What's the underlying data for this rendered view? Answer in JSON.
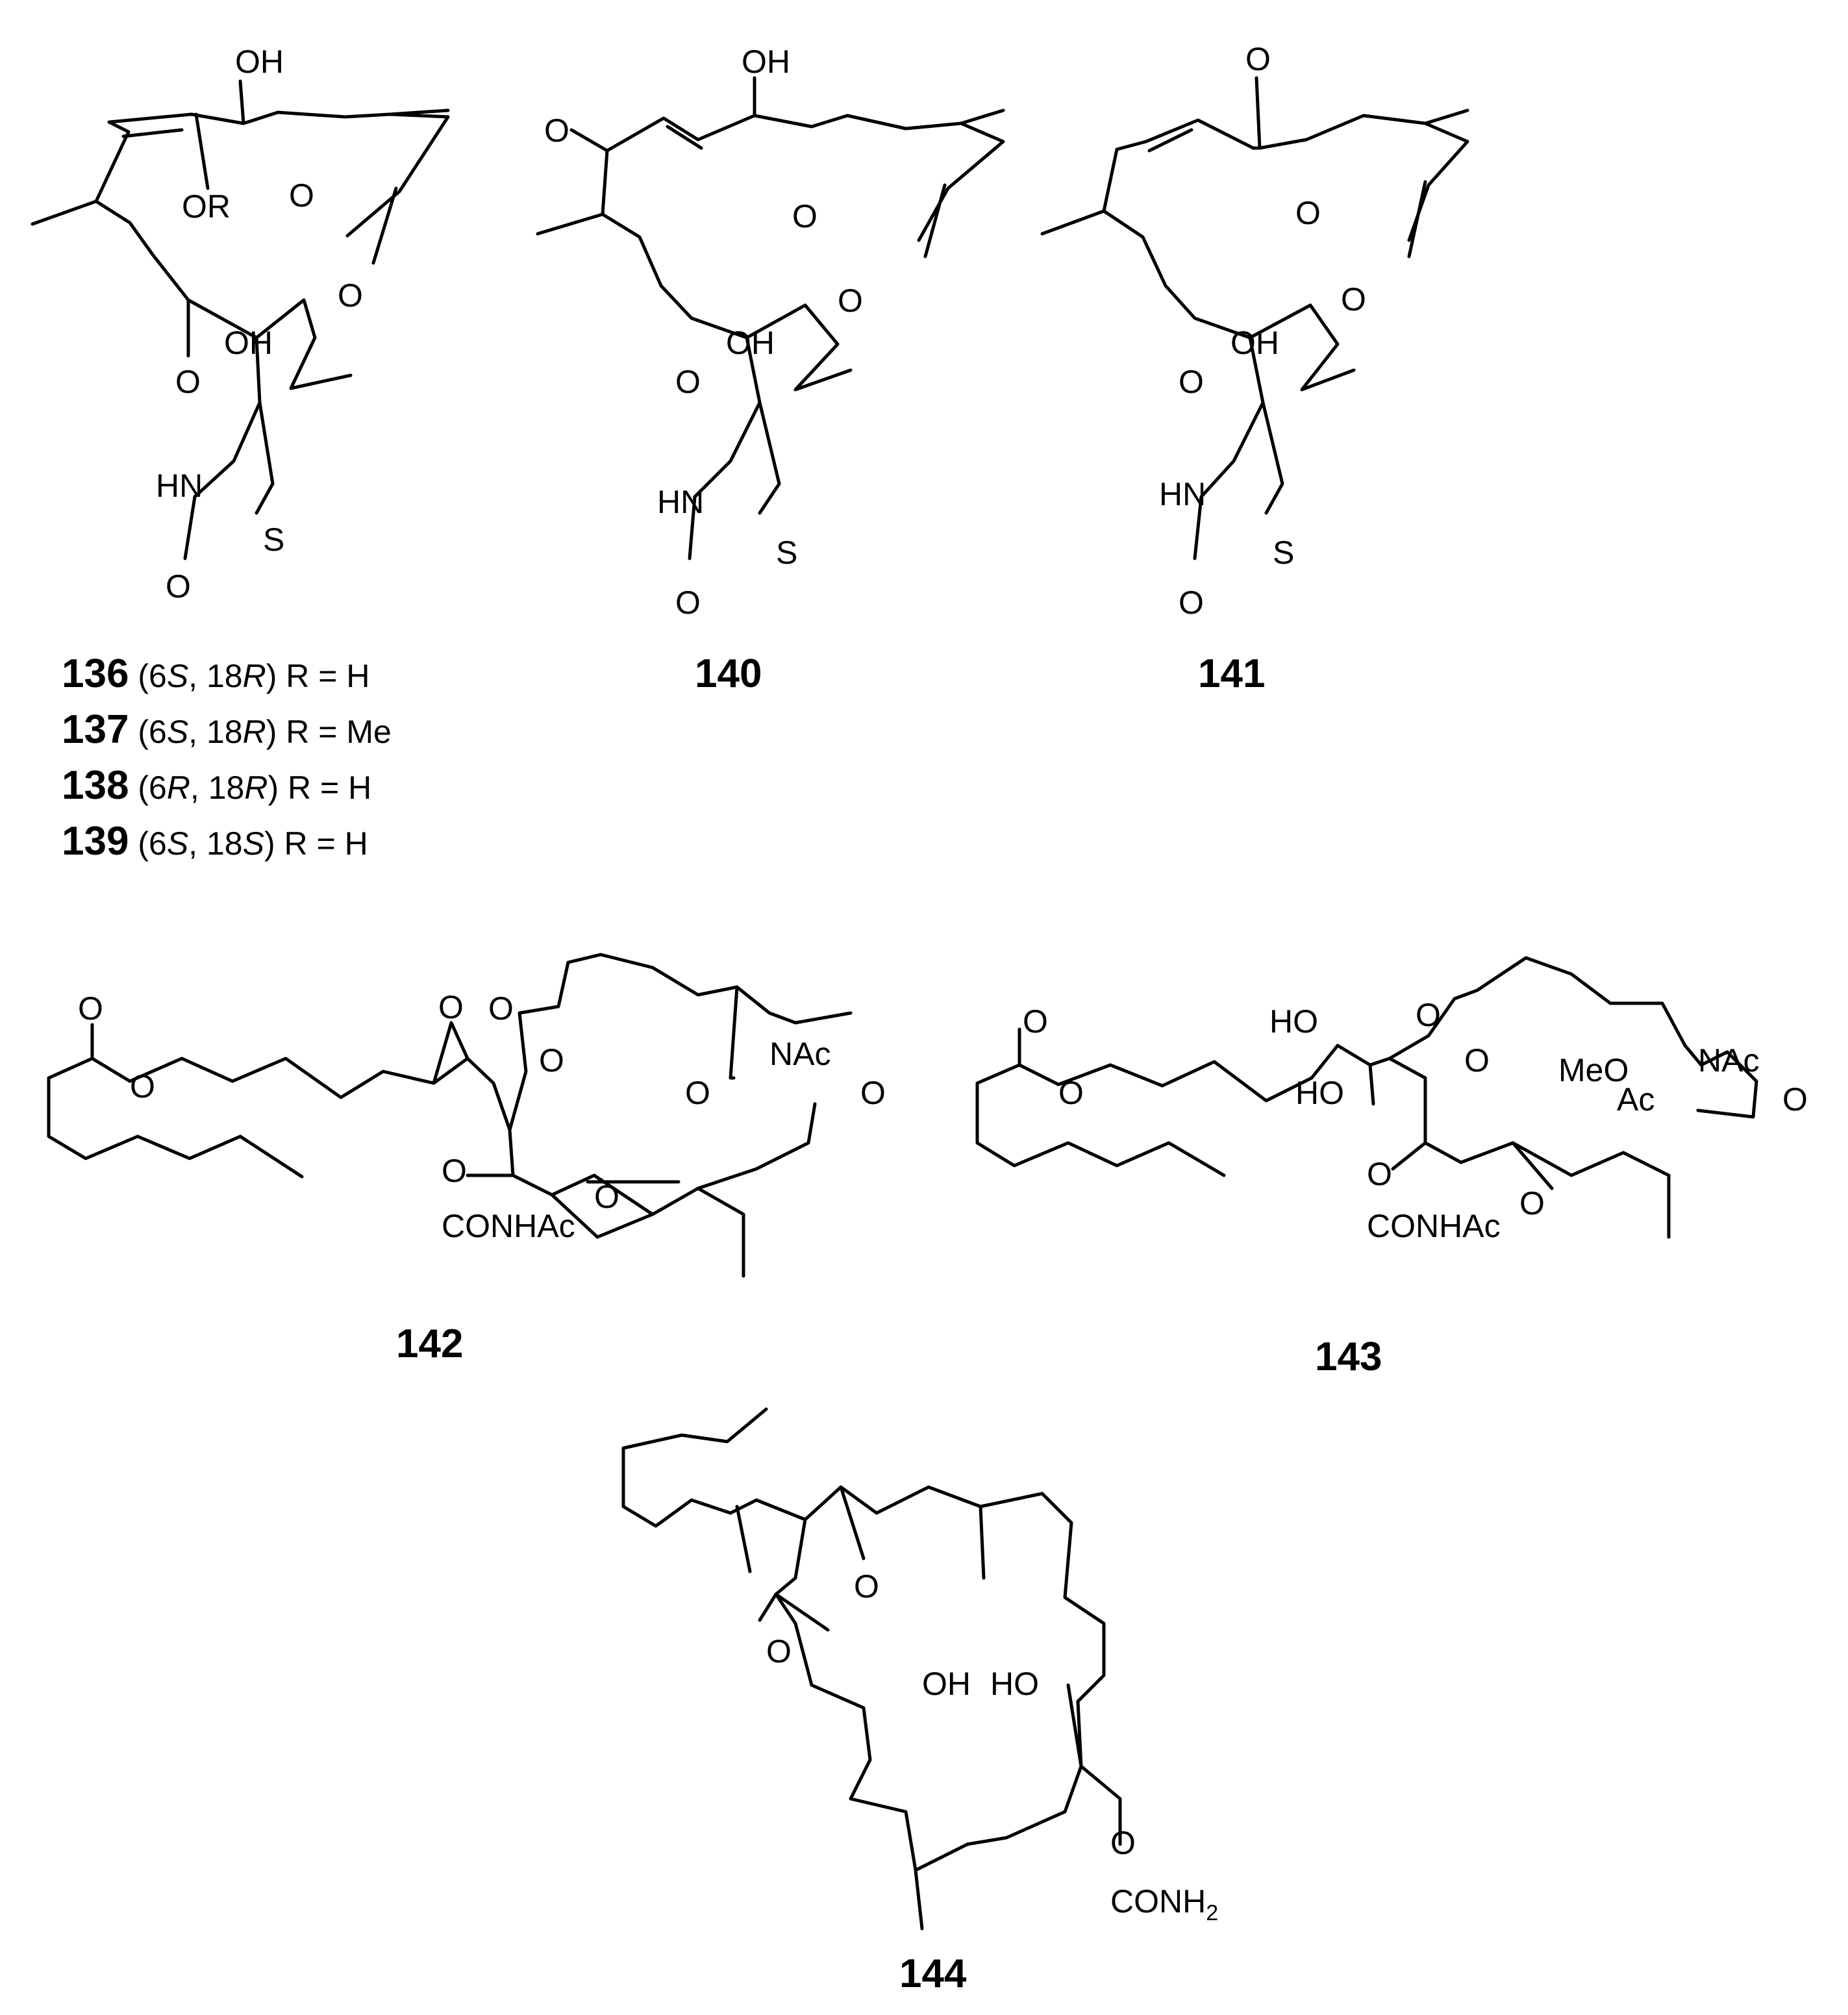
{
  "compounds": {
    "c136_139": {
      "atoms": {
        "oh_top": "OH",
        "or": "OR",
        "ring_o": "O",
        "hemi_oh": "OH",
        "ester_o1": "O",
        "ester_o2": "O",
        "nh": "HN",
        "s": "S",
        "co": "O"
      },
      "captions": [
        {
          "id": "136",
          "c1": "6",
          "c1s": "S",
          "c2": "18",
          "c2s": "R",
          "r": "R = H"
        },
        {
          "id": "137",
          "c1": "6",
          "c1s": "S",
          "c2": "18",
          "c2s": "R",
          "r": "R = Me"
        },
        {
          "id": "138",
          "c1": "6",
          "c1s": "R",
          "c2": "18",
          "c2s": "R",
          "r": "R = H"
        },
        {
          "id": "139",
          "c1": "6",
          "c1s": "S",
          "c2": "18",
          "c2s": "S",
          "r": "R = H"
        }
      ]
    },
    "c140": {
      "id": "140",
      "atoms": {
        "oh_top": "OH",
        "ketone_o": "O",
        "ring_o": "O",
        "hemi_oh": "OH",
        "ester_o1": "O",
        "ester_o2": "O",
        "nh": "HN",
        "s": "S",
        "co": "O"
      }
    },
    "c141": {
      "id": "141",
      "atoms": {
        "ketone_o": "O",
        "ring_o": "O",
        "hemi_oh": "OH",
        "ester_o1": "O",
        "ester_o2": "O",
        "nh": "HN",
        "s": "S",
        "co": "O"
      }
    },
    "c142": {
      "id": "142",
      "atoms": {
        "ester_o1": "O",
        "ester_o2": "O",
        "epox_o1": "O",
        "lactone_o1": "O",
        "lactone_o2": "O",
        "nac": "NAc",
        "imide_o1": "O",
        "imide_o2": "O",
        "carb_o": "O",
        "conhac": "CONHAc",
        "epox_o2": "O"
      }
    },
    "c143": {
      "id": "143",
      "atoms": {
        "ester_o1": "O",
        "ester_o2": "O",
        "ho1": "HO",
        "ho2": "HO",
        "lactone_o1": "O",
        "lactone_o2": "O",
        "meo": "MeO",
        "ac": "Ac",
        "nac": "NAc",
        "imide_o": "O",
        "carb_o": "O",
        "conhac": "CONHAc",
        "epox_o": "O"
      }
    },
    "c144": {
      "id": "144",
      "atoms": {
        "lactone_o1": "O",
        "lactone_o2": "O",
        "oh": "OH",
        "ho": "HO",
        "carb_o": "O",
        "conh": "CONH",
        "conh_sub": "2"
      }
    }
  }
}
